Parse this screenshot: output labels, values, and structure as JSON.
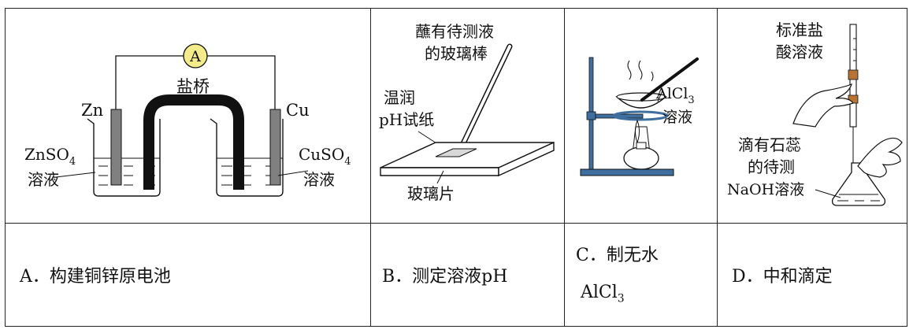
{
  "captions": {
    "a": "A．构建铜锌原电池",
    "b": "B．测定溶液pH",
    "c_line1": "C．制无水",
    "c_line2": "AlCl",
    "c_sub": "3",
    "d": "D．中和滴定"
  },
  "fig_a": {
    "ammeter": "A",
    "salt_bridge": "盐桥",
    "left_electrode": "Zn",
    "right_electrode": "Cu",
    "left_solution_l1": "ZnSO",
    "left_solution_sub": "4",
    "left_solution_l2": "溶液",
    "right_solution_l1": "CuSO",
    "right_solution_sub": "4",
    "right_solution_l2": "溶液"
  },
  "fig_b": {
    "rod_l1": "蘸有待测液",
    "rod_l2": "的玻璃棒",
    "paper_l1": "温润",
    "paper_l2": "pH试纸",
    "glass": "玻璃片"
  },
  "fig_c": {
    "sol_l1": "AlCl",
    "sol_sub": "3",
    "sol_l2": "溶液"
  },
  "fig_d": {
    "acid_l1": "标准盐",
    "acid_l2": "酸溶液",
    "base_l1": "滴有石蕊",
    "base_l2": "的待测",
    "base_l3": "NaOH溶液"
  },
  "colors": {
    "stand_blue": "#3f6f9e",
    "stopcock_brown": "#b87333"
  }
}
